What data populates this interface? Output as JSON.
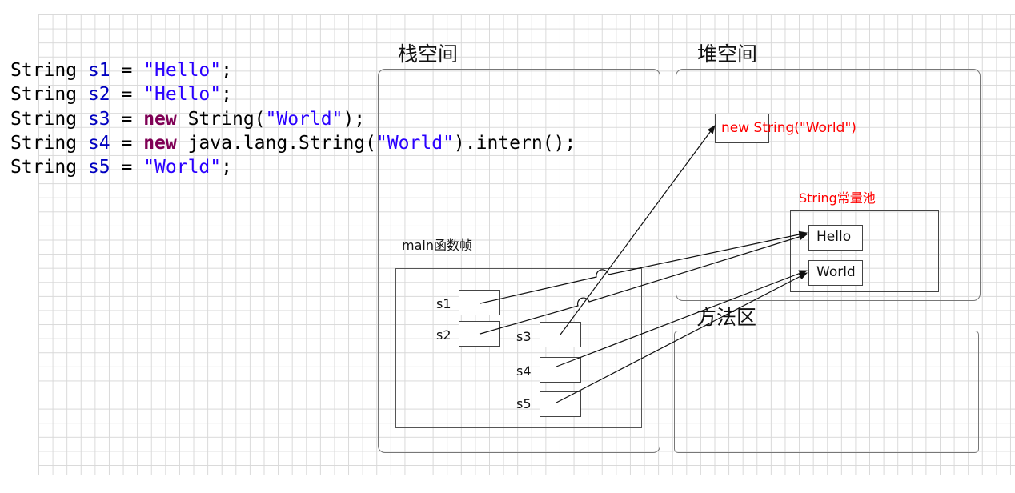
{
  "code_lines": [
    [
      {
        "t": "String ",
        "c": "plain"
      },
      {
        "t": "s1",
        "c": "var"
      },
      {
        "t": " = ",
        "c": "plain"
      },
      {
        "t": "\"Hello\"",
        "c": "str"
      },
      {
        "t": ";",
        "c": "plain"
      }
    ],
    [
      {
        "t": "String ",
        "c": "plain"
      },
      {
        "t": "s2",
        "c": "var"
      },
      {
        "t": " = ",
        "c": "plain"
      },
      {
        "t": "\"Hello\"",
        "c": "str"
      },
      {
        "t": ";",
        "c": "plain"
      }
    ],
    [
      {
        "t": "String ",
        "c": "plain"
      },
      {
        "t": "s3",
        "c": "var"
      },
      {
        "t": " = ",
        "c": "plain"
      },
      {
        "t": "new",
        "c": "kw"
      },
      {
        "t": " String(",
        "c": "plain"
      },
      {
        "t": "\"World\"",
        "c": "str"
      },
      {
        "t": ");",
        "c": "plain"
      }
    ],
    [
      {
        "t": "String ",
        "c": "plain"
      },
      {
        "t": "s4",
        "c": "var"
      },
      {
        "t": " = ",
        "c": "plain"
      },
      {
        "t": "new",
        "c": "kw"
      },
      {
        "t": " java.lang.String(",
        "c": "plain"
      },
      {
        "t": "\"World\"",
        "c": "str"
      },
      {
        "t": ").intern();",
        "c": "plain"
      }
    ],
    [
      {
        "t": "String ",
        "c": "plain"
      },
      {
        "t": "s5",
        "c": "var"
      },
      {
        "t": " = ",
        "c": "plain"
      },
      {
        "t": "\"World\"",
        "c": "str"
      },
      {
        "t": ";",
        "c": "plain"
      }
    ]
  ],
  "stack": {
    "title": "栈空间",
    "frame_label": "main函数帧",
    "vars": [
      "s1",
      "s2",
      "s3",
      "s4",
      "s5"
    ]
  },
  "heap": {
    "title": "堆空间",
    "object_label": "new String(\"World\")",
    "pool_title": "String常量池",
    "pool_entries": [
      "Hello",
      "World"
    ]
  },
  "method_area": {
    "title": "方法区"
  },
  "colors": {
    "code_keyword": "#7f0055",
    "code_variable": "#0000c0",
    "code_string": "#2a00ff",
    "annotation_red": "#ff0000"
  }
}
